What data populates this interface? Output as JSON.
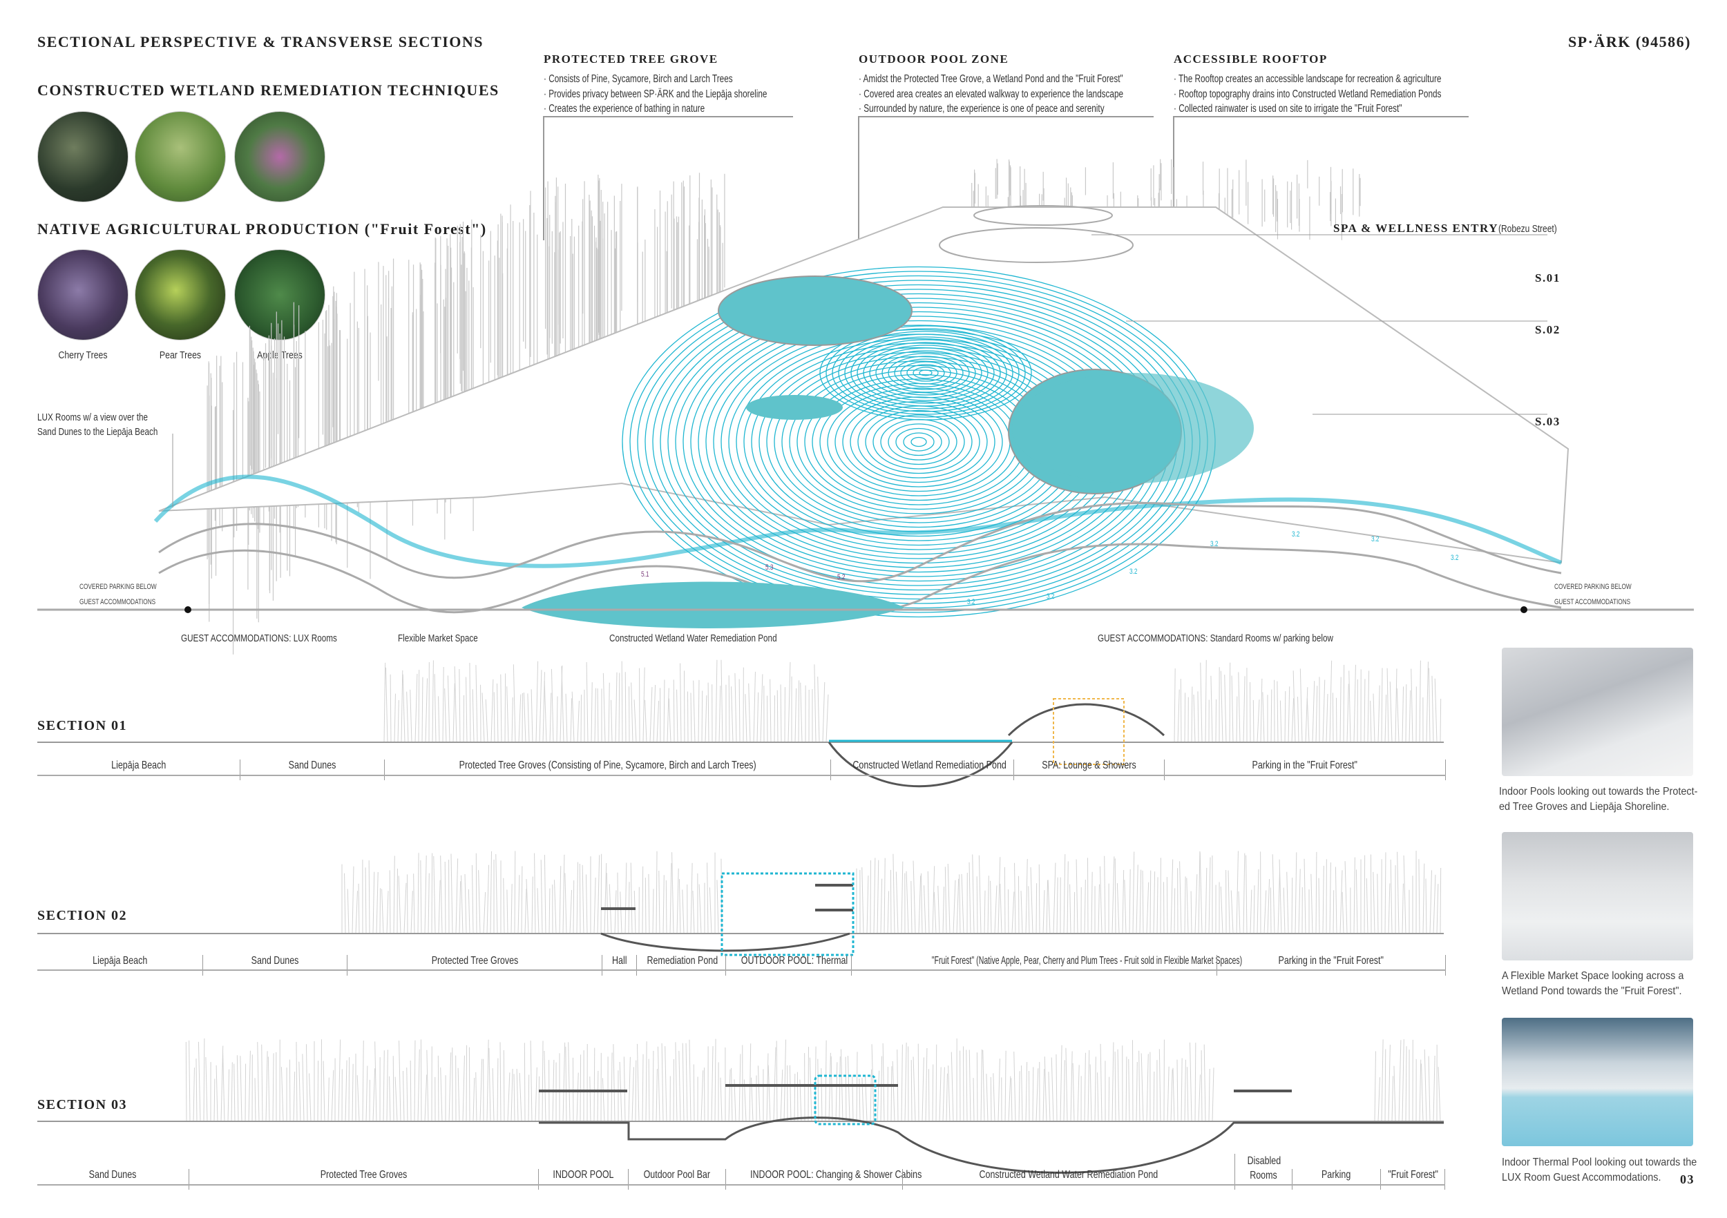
{
  "header": {
    "title": "SECTIONAL PERSPECTIVE & TRANSVERSE SECTIONS",
    "project_code": "SP·ÄRK (94586)",
    "page_number": "03"
  },
  "wetland": {
    "title": "CONSTRUCTED WETLAND REMEDIATION TECHNIQUES"
  },
  "agriculture": {
    "title": "NATIVE AGRICULTURAL PRODUCTION (\"Fruit Forest\")",
    "items": [
      {
        "label": "Cherry Trees"
      },
      {
        "label": "Pear Trees"
      },
      {
        "label": "Apple Trees"
      }
    ]
  },
  "annotations": [
    {
      "title": "PROTECTED TREE GROVE",
      "bullets": [
        "· Consists of Pine, Sycamore, Birch and Larch Trees",
        "· Provides privacy between SP·ÄRK and the Liepāja shoreline",
        "· Creates the experience of bathing in nature"
      ]
    },
    {
      "title": "OUTDOOR POOL ZONE",
      "bullets": [
        "· Amidst the Protected Tree Grove, a Wetland Pond and the \"Fruit Forest\"",
        "· Covered area creates an elevated walkway to experience the landscape",
        "· Surrounded by nature, the experience is one of peace and serenity"
      ]
    },
    {
      "title": "ACCESSIBLE ROOFTOP",
      "bullets": [
        "· The Rooftop creates an accessible landscape for recreation & agriculture",
        "· Rooftop topography drains into Constructed Wetland Remediation Ponds",
        "· Collected rainwater is used on site to irrigate the \"Fruit Forest\""
      ]
    }
  ],
  "perspective": {
    "lux_note": [
      "LUX Rooms w/ a view over the",
      "Sand Dunes to the Liepāja Beach"
    ],
    "spa_entry": "SPA & WELLNESS ENTRY",
    "spa_street": "(Robezu Street)",
    "section_marks": [
      "S.01",
      "S.02",
      "S.03"
    ],
    "left_notes": [
      "COVERED PARKING BELOW",
      "GUEST ACCOMMODATIONS"
    ],
    "right_notes": [
      "COVERED PARKING BELOW",
      "GUEST ACCOMMODATIONS"
    ],
    "room_tags": [
      "5.1",
      "5.3",
      "5.2",
      "3.2",
      "3.2",
      "3.2",
      "3.2",
      "3.2",
      "3.2",
      "3.2"
    ],
    "bottom_labels": [
      "GUEST ACCOMMODATIONS: LUX Rooms",
      "Flexible Market Space",
      "Constructed Wetland Water Remediation Pond",
      "GUEST ACCOMMODATIONS: Standard Rooms w/ parking below"
    ]
  },
  "sections": [
    {
      "title": "SECTION 01",
      "zones": [
        "Liepāja Beach",
        "Sand Dunes",
        "Protected Tree Groves (Consisting of Pine, Sycamore, Birch and Larch Trees)",
        "Constructed Wetland Remediation Pond",
        "SPA: Lounge & Showers",
        "Parking in the \"Fruit Forest\""
      ]
    },
    {
      "title": "SECTION 02",
      "zones": [
        "Liepāja Beach",
        "Sand Dunes",
        "Protected Tree Groves",
        "Hall",
        "Remediation Pond",
        "OUTDOOR POOL: Thermal",
        "\"Fruit Forest\" (Native Apple, Pear, Cherry and Plum Trees - Fruit sold in Flexible Market Spaces)",
        "Parking in the \"Fruit Forest\""
      ]
    },
    {
      "title": "SECTION 03",
      "zones": [
        "Sand Dunes",
        "Protected Tree Groves",
        "INDOOR POOL",
        "Outdoor Pool Bar",
        "INDOOR POOL: Changing & Shower Cabins",
        "Constructed Wetland Water Remediation Pond",
        "Disabled Rooms",
        "Parking",
        "\"Fruit Forest\""
      ]
    }
  ],
  "renders": [
    {
      "caption": [
        "Indoor Pools looking out towards the Protect-",
        "ed Tree Groves and Liepāja Shoreline."
      ]
    },
    {
      "caption": [
        "A Flexible Market Space looking across a",
        "Wetland Pond towards the \"Fruit Forest\"."
      ]
    },
    {
      "caption": [
        "Indoor Thermal Pool looking out towards the",
        "LUX Room Guest Accommodations."
      ]
    }
  ],
  "colors": {
    "accent": "#1fb6d1",
    "pool": "#5fc3cb",
    "line": "#999999",
    "spa_dashed": "#f0b74a"
  }
}
